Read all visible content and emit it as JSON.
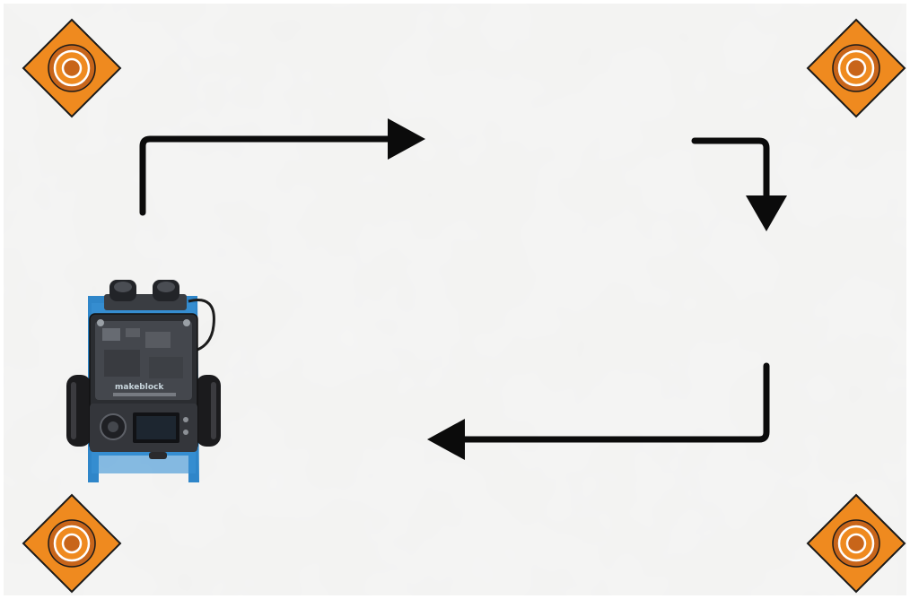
{
  "colors": {
    "background": "#f1f1f0",
    "marker_orange": "#ef8a1f",
    "marker_ring": "#a85310",
    "arrow": "#0b0b0b",
    "robot_chassis": "#2f86c9",
    "robot_body": "#2b2d31"
  },
  "markers": [
    {
      "name": "corner-marker-top-left",
      "icon": "target-diamond-icon"
    },
    {
      "name": "corner-marker-top-right",
      "icon": "target-diamond-icon"
    },
    {
      "name": "corner-marker-bottom-left",
      "icon": "target-diamond-icon"
    },
    {
      "name": "corner-marker-bottom-right",
      "icon": "target-diamond-icon"
    }
  ],
  "arrows": [
    {
      "name": "path-arrow-up-right",
      "direction": "right"
    },
    {
      "name": "path-arrow-right-down",
      "direction": "down"
    },
    {
      "name": "path-arrow-down-left",
      "direction": "left"
    }
  ],
  "robot": {
    "icon": "mbot-robot-icon",
    "brand_label": "makeblock"
  }
}
